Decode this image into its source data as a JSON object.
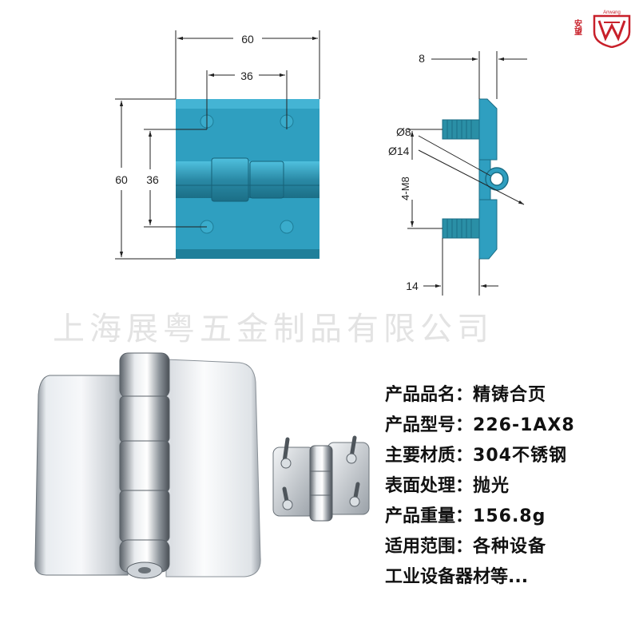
{
  "logo": {
    "brand_cn": "安望",
    "brand_en": "Anwang",
    "color": "#c8202a"
  },
  "drawing": {
    "front_view": {
      "width_label": "60",
      "hole_spacing_label": "36",
      "height_label": "60",
      "vertical_hole_spacing_label": "36"
    },
    "side_view": {
      "thickness_label": "8",
      "pin_diameter_label": "Ø8",
      "knuckle_diameter_label": "Ø14",
      "bolt_label": "4-M8",
      "bolt_length_label": "14"
    },
    "colors": {
      "hinge_fill": "#2e9fbf",
      "hinge_light": "#45b6d6",
      "hinge_dark": "#1b6e86",
      "bolt": "#2a8fa6",
      "dimension_line": "#222222"
    }
  },
  "watermark": "上海展粤五金制品有限公司",
  "specs": [
    {
      "label": "产品品名：",
      "value": "精铸合页"
    },
    {
      "label": "产品型号：",
      "value": "226-1AX8"
    },
    {
      "label": "主要材质：",
      "value": "304不锈钢"
    },
    {
      "label": "表面处理：",
      "value": "抛光"
    },
    {
      "label": "产品重量：",
      "value": "156.8g"
    },
    {
      "label": "适用范围：",
      "value": "各种设备"
    }
  ],
  "specs_footer": "工业设备器材等..."
}
